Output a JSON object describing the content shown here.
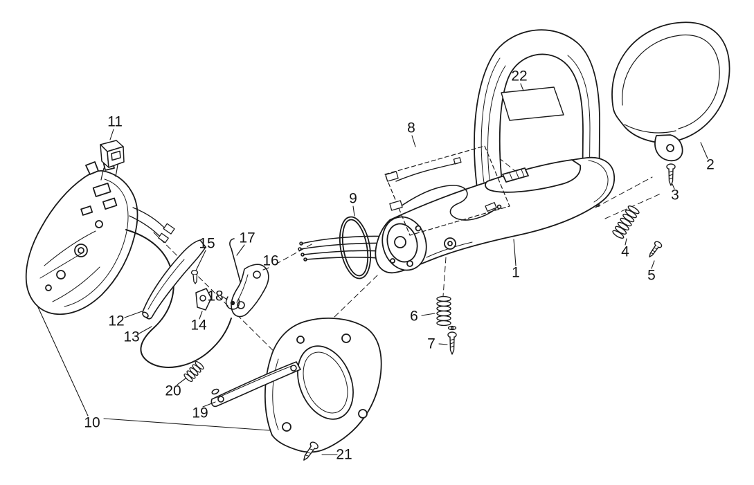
{
  "diagram": {
    "kind": "exploded-parts-diagram",
    "colors": {
      "line": "#1a1a1a",
      "background": "#ffffff"
    },
    "callouts": [
      {
        "label": "1"
      },
      {
        "label": "2"
      },
      {
        "label": "3"
      },
      {
        "label": "4"
      },
      {
        "label": "5"
      },
      {
        "label": "6"
      },
      {
        "label": "7"
      },
      {
        "label": "8"
      },
      {
        "label": "9"
      },
      {
        "label": "10"
      },
      {
        "label": "11"
      },
      {
        "label": "12"
      },
      {
        "label": "13"
      },
      {
        "label": "14"
      },
      {
        "label": "15"
      },
      {
        "label": "16"
      },
      {
        "label": "17"
      },
      {
        "label": "18"
      },
      {
        "label": "19"
      },
      {
        "label": "20"
      },
      {
        "label": "21"
      },
      {
        "label": "22"
      }
    ]
  }
}
